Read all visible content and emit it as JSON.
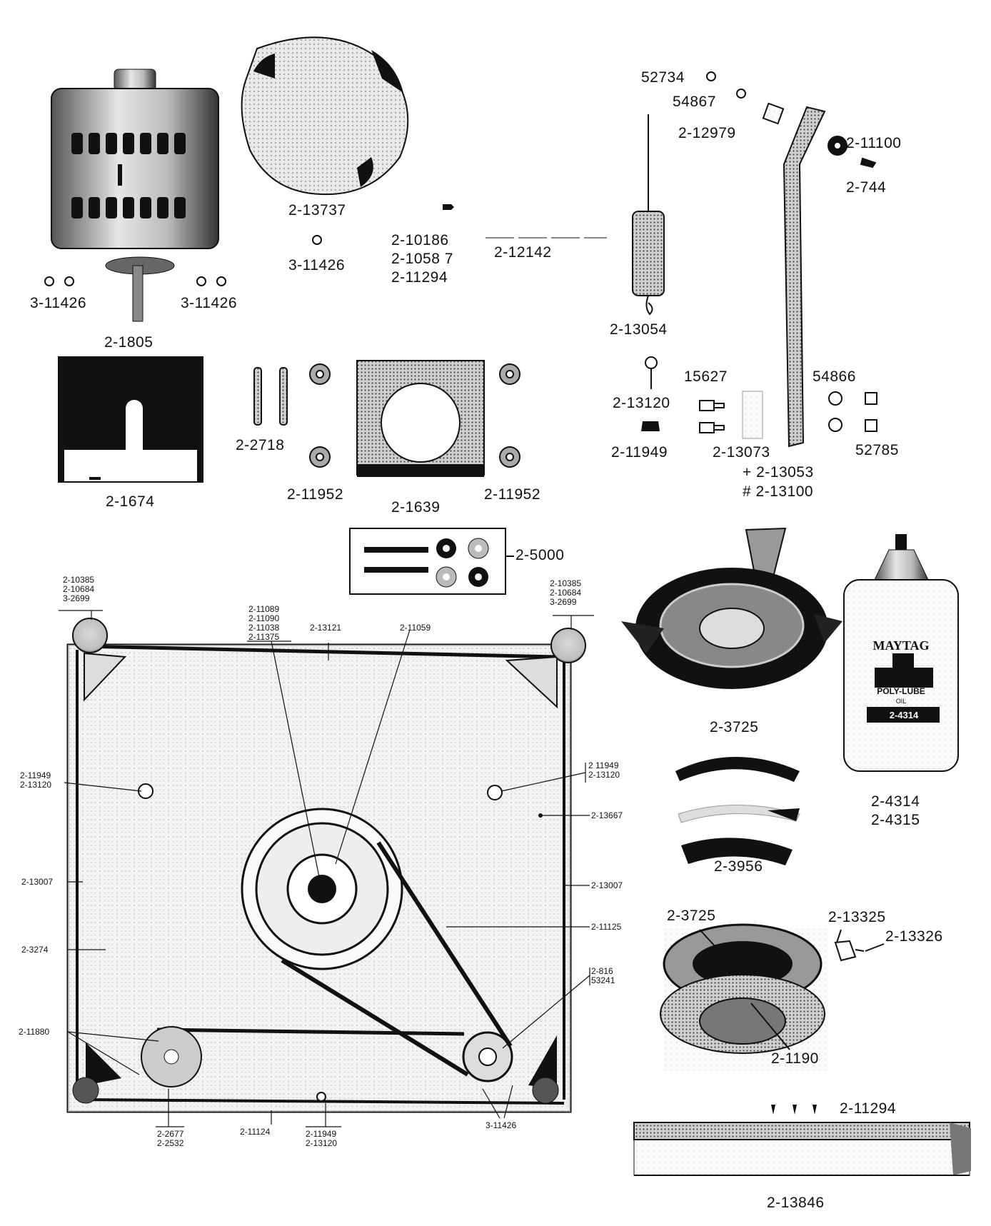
{
  "labels": {
    "motor": "2-1805",
    "motor_nuts_left": "3-11426",
    "motor_nuts_right": "3-11426",
    "cover": "2-13737",
    "cover_nut": "3-11426",
    "screws": [
      "2-10186",
      "2-1058 7",
      "2-11294"
    ],
    "rod": "2-12142",
    "p52734": "52734",
    "p54867": "54867",
    "p12979": "2-12979",
    "p11100": "2-11100",
    "p744": "2-744",
    "spring": "2-13054",
    "eyebolt": "2-13120",
    "p15627": "15627",
    "p54866": "54866",
    "p11949": "2-11949",
    "p13073": "2-13073",
    "p52785": "52785",
    "p13053": "+ 2-13053",
    "p13100": "# 2-13100",
    "guard": "2-1674",
    "springs_2718": "2-2718",
    "mount_left": "2-11952",
    "mount_right": "2-11952",
    "bracket": "2-1639",
    "kit": "2-5000",
    "agitator": "2-3725",
    "oil": [
      "2-4314",
      "2-4315"
    ],
    "brakes": "2-3956",
    "gearcase_3725": "2-3725",
    "gearcase_13325": "2-13325",
    "gearcase_13326": "2-13326",
    "gearcase_1190": "2-1190",
    "p11294": "2-11294",
    "trim": "2-13846",
    "oil_bottle_brand": "MAYTAG",
    "oil_bottle_text": "POLY-LUBE",
    "oil_bottle_sub": "OIL",
    "oil_bottle_number": "2-4314"
  },
  "base_labels": {
    "tl_foot": [
      "2-10385",
      "2-10684",
      "3-2699"
    ],
    "tr_foot": [
      "2-10385",
      "2-10684",
      "3-2699"
    ],
    "pulley_parts": [
      "2-11089",
      "2-11090",
      "2-11038",
      "2-11375"
    ],
    "p13121": "2-13121",
    "p11059": "2-11059",
    "left_mount": [
      "2-11949",
      "2-13120"
    ],
    "right_mount": [
      "2 11949",
      "2-13120"
    ],
    "p13667": "2-13667",
    "left_13007": "2-13007",
    "right_13007": "2-13007",
    "p11125": "2-11125",
    "p3274": "2-3274",
    "right_816": [
      "2-816",
      "53241"
    ],
    "p11880": "2-11880",
    "bottom_2677": [
      "2-2677",
      "2-2532"
    ],
    "p11124": "2-11124",
    "bottom_11949": [
      "2-11949",
      "2-13120"
    ],
    "p3_11426": "3-11426"
  }
}
